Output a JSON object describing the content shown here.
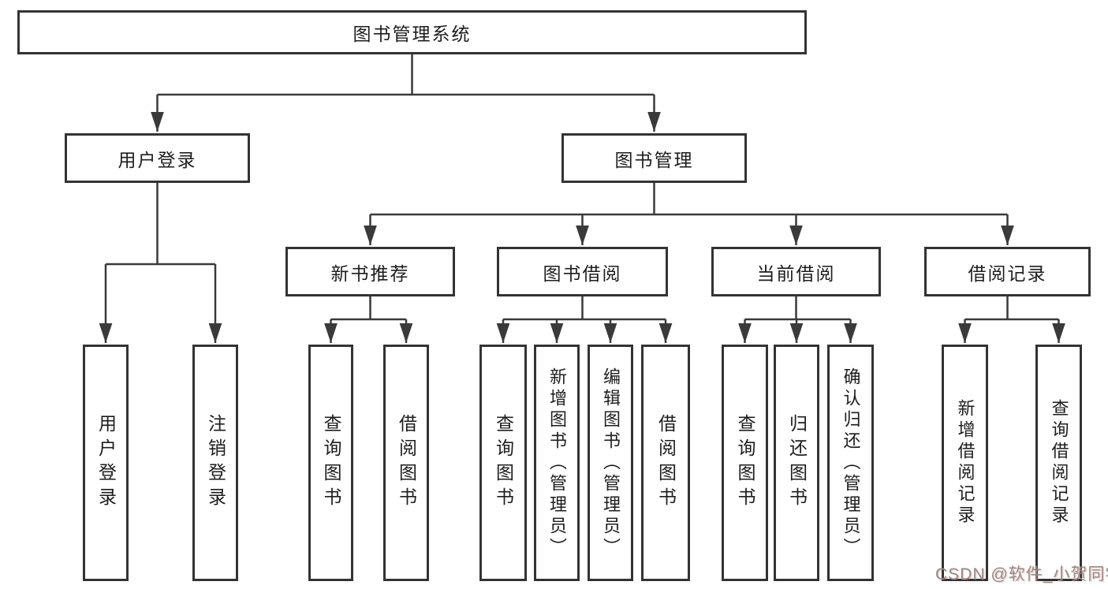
{
  "root": {
    "label": "图书管理系统"
  },
  "level2": [
    {
      "label": "用户登录"
    },
    {
      "label": "图书管理"
    }
  ],
  "level3": [
    {
      "label": "新书推荐",
      "parent": "图书管理"
    },
    {
      "label": "图书借阅",
      "parent": "图书管理"
    },
    {
      "label": "当前借阅",
      "parent": "图书管理"
    },
    {
      "label": "借阅记录",
      "parent": "图书管理"
    }
  ],
  "leaves": [
    {
      "label": "用户登录",
      "parent": "用户登录"
    },
    {
      "label": "注销登录",
      "parent": "用户登录"
    },
    {
      "label": "查询图书",
      "parent": "新书推荐"
    },
    {
      "label": "借阅图书",
      "parent": "新书推荐"
    },
    {
      "label": "查询图书",
      "parent": "图书借阅"
    },
    {
      "label": "新增图书（管理员）",
      "parent": "图书借阅"
    },
    {
      "label": "编辑图书（管理员）",
      "parent": "图书借阅"
    },
    {
      "label": "借阅图书",
      "parent": "图书借阅"
    },
    {
      "label": "查询图书",
      "parent": "当前借阅"
    },
    {
      "label": "归还图书",
      "parent": "当前借阅"
    },
    {
      "label": "确认归还（管理员）",
      "parent": "当前借阅"
    },
    {
      "label": "新增借阅记录",
      "parent": "借阅记录"
    },
    {
      "label": "查询借阅记录",
      "parent": "借阅记录"
    }
  ],
  "watermark": {
    "text": "CSDN @软件_小贺同学"
  },
  "colors": {
    "line": "#3a3a3a",
    "border": "#333333",
    "text": "#1d1d1f",
    "watermark": "#8e8e8e"
  }
}
